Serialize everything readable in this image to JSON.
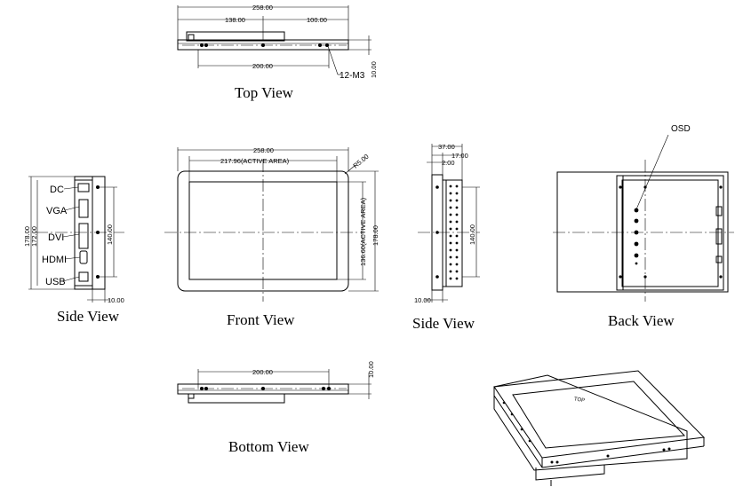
{
  "views": {
    "top": "Top View",
    "side_left": "Side View",
    "front": "Front View",
    "side_right": "Side View",
    "back": "Back View",
    "bottom": "Bottom View"
  },
  "dimensions": {
    "top_width": "258.00",
    "top_left": "138.00",
    "top_right": "100.00",
    "top_holes": "200.00",
    "top_depth": "10.00",
    "top_screws": "12-M3",
    "side_h_outer": "178.00",
    "side_h_inner": "172.00",
    "side_holes": "140.00",
    "side_bottom": "10.00",
    "front_width": "258.00",
    "front_active_w": "217.96(ACTIVE AREA)",
    "front_radius": "R5.00",
    "front_active_h": "136.60(ACTIVE AREA)",
    "front_height": "178.00",
    "rside_depth": "37.00",
    "rside_mid": "17.00",
    "rside_small": "2.00",
    "rside_holes": "140.00",
    "rside_bottom": "10.00",
    "bottom_holes": "200.00",
    "bottom_depth": "10.00"
  },
  "ports": [
    "DC",
    "VGA",
    "DVI",
    "HDMI",
    "USB"
  ],
  "osd_label": "OSD",
  "iso_label": "TOP"
}
